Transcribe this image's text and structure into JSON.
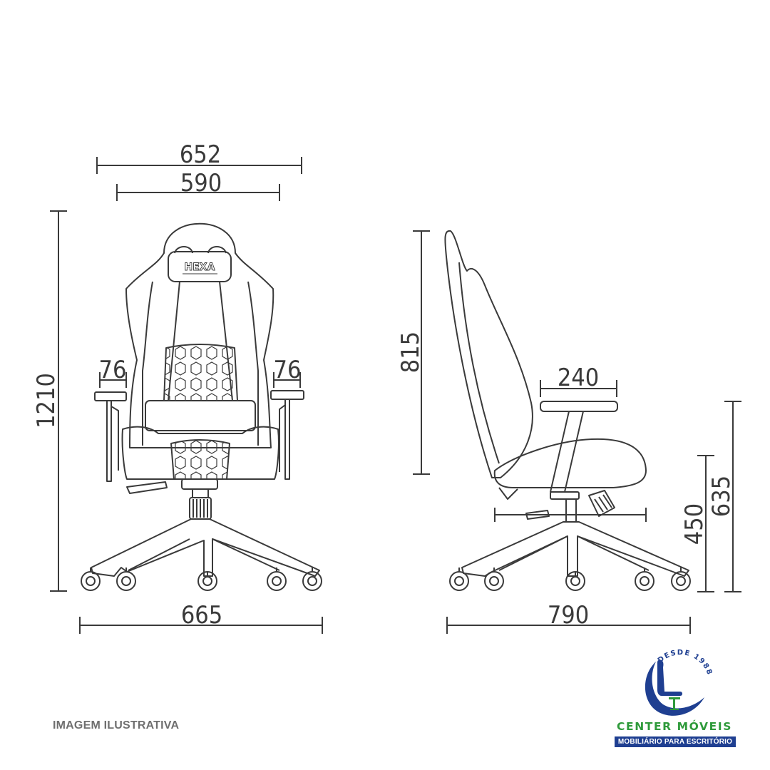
{
  "dimensions": {
    "top_width_outer": "652",
    "top_width_inner": "590",
    "total_height": "1210",
    "armrest_left": "76",
    "armrest_right": "76",
    "base_width_front": "665",
    "backrest_height": "815",
    "armrest_depth": "240",
    "arm_height": "635",
    "seat_height": "450",
    "base_depth_side": "790"
  },
  "headrest_label": "HEXA",
  "caption": "IMAGEM ILUSTRATIVA",
  "logo": {
    "arc_text": "DESDE 1988",
    "name": "CENTER MÓVEIS",
    "tagline": "MOBILIÁRIO PARA ESCRITÓRIO"
  },
  "colors": {
    "line": "#3a3a3a",
    "brand_green": "#2e9a3a",
    "brand_blue": "#1f3f91"
  }
}
